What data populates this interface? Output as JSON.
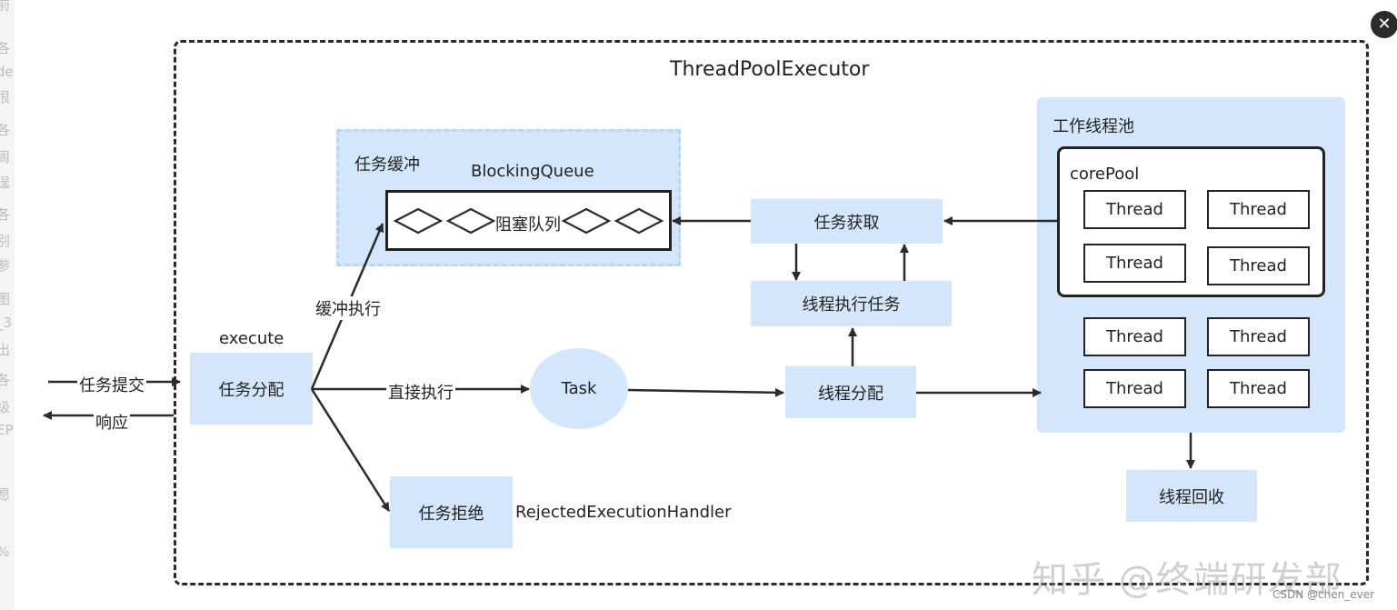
{
  "title": "ThreadPoolExecutor",
  "left_sidebar_fragments": [
    "前",
    "各",
    "de",
    "很",
    "各",
    "周",
    "逞",
    "各",
    "别",
    "参",
    "图",
    "_3",
    "出",
    "各",
    "级",
    "EP",
    "愿",
    "%"
  ],
  "nodes": {
    "execute_label": "execute",
    "dispatch": "任务分配",
    "submit_label": "任务提交",
    "response_label": "响应",
    "buffer_label": "任务缓冲",
    "queue_title": "BlockingQueue",
    "queue_text": "阻塞队列",
    "buffer_exec_label": "缓冲执行",
    "direct_exec_label": "直接执行",
    "task": "Task",
    "reject": "任务拒绝",
    "reject_handler": "RejectedExecutionHandler",
    "fetch": "任务获取",
    "thread_exec": "线程执行任务",
    "thread_assign": "线程分配",
    "pool_label": "工作线程池",
    "corepool_label": "corePool",
    "threads": [
      "Thread",
      "Thread",
      "Thread",
      "Thread",
      "Thread",
      "Thread",
      "Thread",
      "Thread"
    ],
    "recycle": "线程回收"
  },
  "watermark": "知乎 @终端研发部",
  "csdn_credit": "CSDN @chen_ever",
  "close_glyph": "✕",
  "colors": {
    "box_fill": "#d4e6fb",
    "stroke": "#2b2b2b"
  }
}
